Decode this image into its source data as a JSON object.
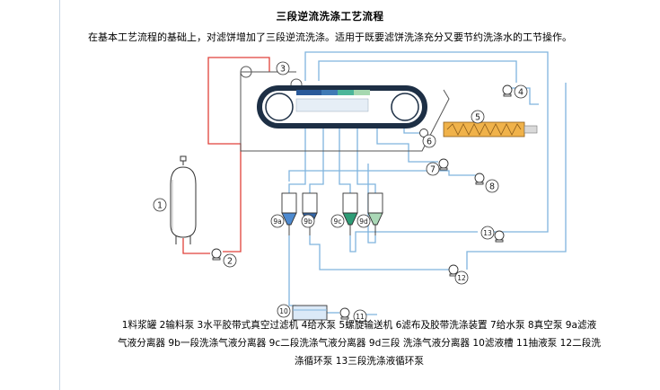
{
  "title": "三段逆流洗涤工艺流程",
  "subtitle": "在基本工艺流程的基础上，对滤饼增加了三段逆流洗涤。适用于既要滤饼洗涤充分又要节约洗涤水的工节操作。",
  "colors": {
    "pipe_blue": "#7fb4de",
    "pipe_red": "#e0423a",
    "belt_dark": "#1d2f45",
    "screw_yellow": "#f0b24a",
    "tank_outline": "#333333",
    "panel_border": "#c9d6e4"
  },
  "diagram": {
    "labels": {
      "n1": "1",
      "n2": "2",
      "n3": "3",
      "n4": "4",
      "n5": "5",
      "n6": "6",
      "n7": "7",
      "n8": "8",
      "n9a": "9a",
      "n9b": "9b",
      "n9c": "9c",
      "n9d": "9d",
      "n10": "10",
      "n11": "11",
      "n12": "12",
      "n13": "13"
    }
  },
  "legend": {
    "line1": "1料浆罐  2输料泵  3水平胶带式真空过滤机  4给水泵  5螺旋输送机  6滤布及胶带洗涤装置  7给水泵  8真空泵  9a滤液",
    "line2": "气液分离器  9b一段洗涤气液分离器  9c二段洗涤气液分离器  9d三段  洗涤气液分离器  10滤液槽  11抽液泵  12二段洗",
    "line3": "涤循环泵  13三段洗涤液循环泵"
  }
}
